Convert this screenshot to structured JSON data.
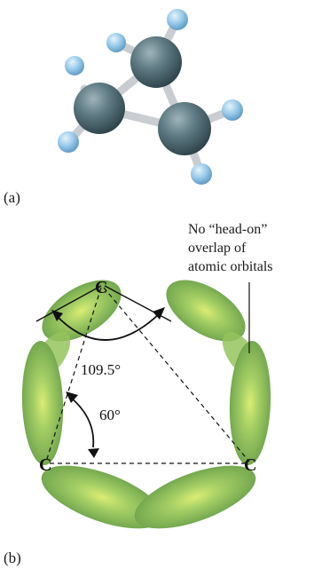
{
  "figure": {
    "part_a": {
      "label": "(a)"
    },
    "part_b": {
      "label": "(b)",
      "atom_labels": [
        "C",
        "C",
        "C"
      ],
      "angles": {
        "large": "109.5°",
        "small": "60°"
      },
      "annotation": [
        "No “head-on”",
        "overlap of",
        "atomic orbitals"
      ]
    },
    "colors": {
      "carbon": "#4f6a72",
      "hydrogen": "#8fc5e8",
      "bond": "#c8ccd0",
      "orbital": "#77b24e",
      "orbital_highlight": "#e9f060"
    }
  }
}
